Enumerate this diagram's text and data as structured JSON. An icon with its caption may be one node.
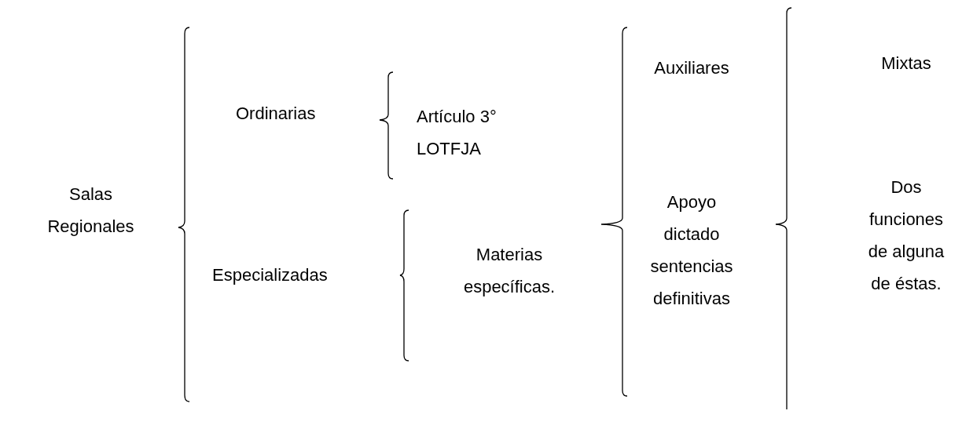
{
  "diagram": {
    "labels": [
      "Salas Regionales",
      "Ordinarias",
      "Artículo 3° LOTFJA",
      "Especializadas",
      "Materias específicas.",
      "Auxiliares",
      "Apoyo dictado sentencias definitivas",
      "Mixtas",
      "Dos funciones de alguna de éstas."
    ]
  }
}
